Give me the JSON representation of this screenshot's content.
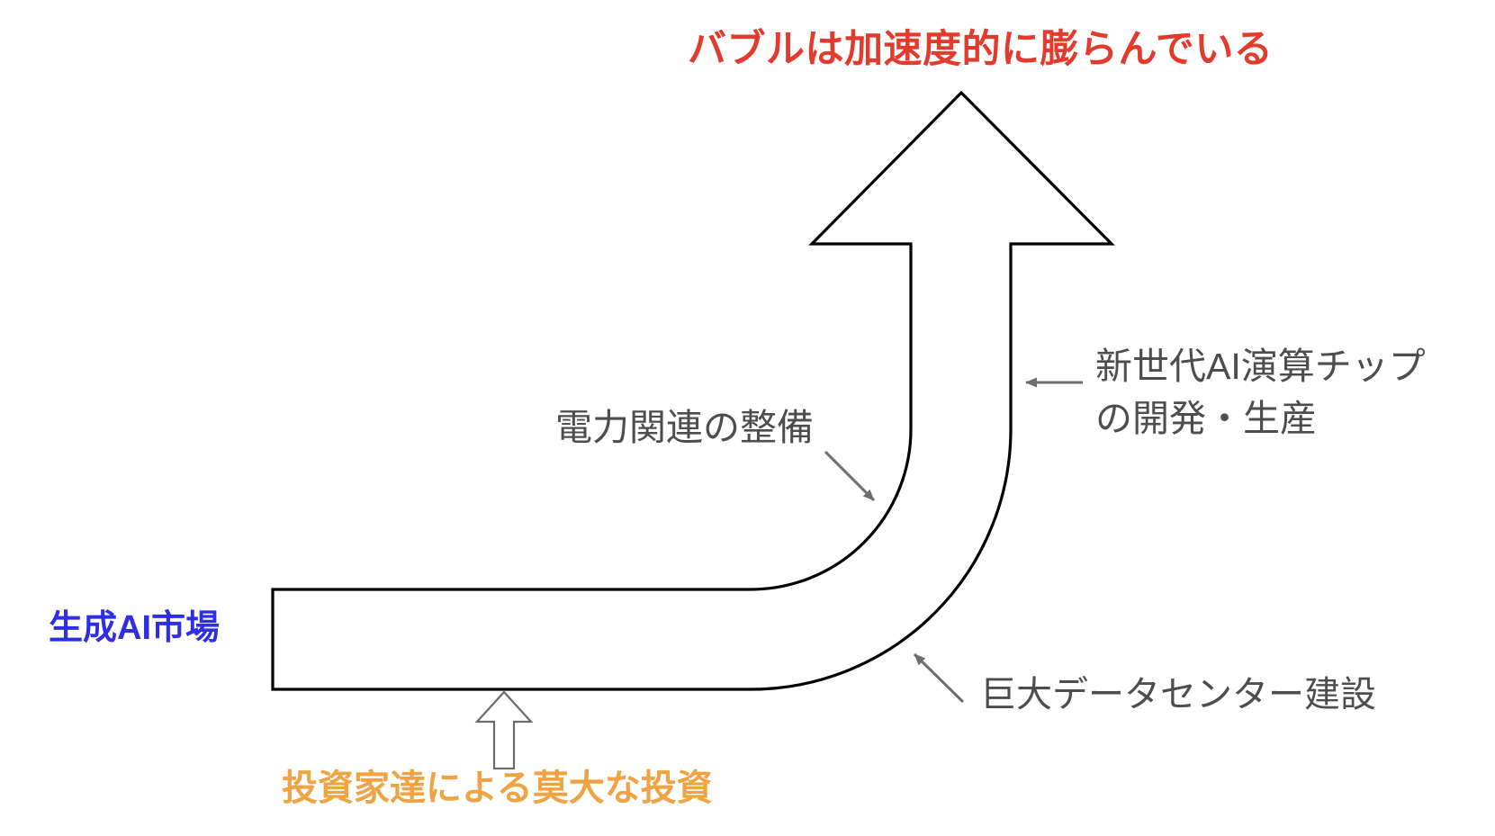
{
  "diagram": {
    "title": {
      "text": "バブルは加速度的に膨らんでいる",
      "color": "#e23a2c"
    },
    "market_label": {
      "text": "生成AI市場",
      "color": "#2e2ee4"
    },
    "investment_label": {
      "text": "投資家達による莫大な投資",
      "color": "#efa343"
    },
    "annotations": {
      "power": {
        "text": "電力関連の整備",
        "color": "#4d4d4d"
      },
      "chip": {
        "line1": "新世代AI演算チップ",
        "line2": "の開発・生産",
        "color": "#4d4d4d"
      },
      "datacenter": {
        "text": "巨大データセンター建設",
        "color": "#4d4d4d"
      }
    },
    "shapes": {
      "bent_growth_arrow": {
        "stroke": "#000000",
        "fill": "#ffffff"
      },
      "investment_up_arrow": {
        "stroke": "#6a6a6a",
        "fill": "#ffffff"
      },
      "pointer_arrows": {
        "stroke": "#6e6e6e"
      }
    }
  }
}
